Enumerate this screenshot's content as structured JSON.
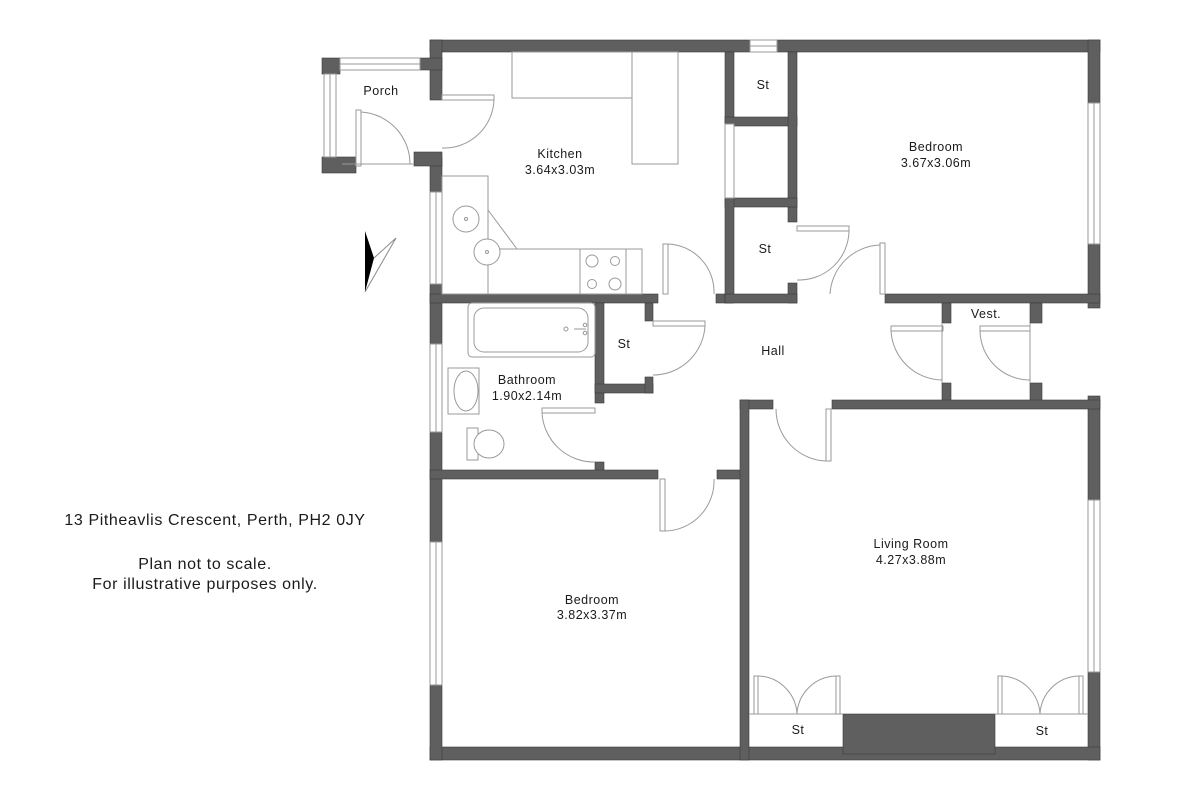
{
  "caption": {
    "address": "13 Pitheavlis Crescent, Perth, PH2 0JY",
    "note_line1": "Plan not to scale.",
    "note_line2": "For illustrative purposes only."
  },
  "colors": {
    "wall": "#5f5f5f",
    "line": "#9a9a9a",
    "background": "#ffffff"
  },
  "compass": {
    "icon": "north-arrow-icon"
  },
  "rooms": {
    "porch": {
      "name": "Porch"
    },
    "kitchen": {
      "name": "Kitchen",
      "size": "3.64x3.03m"
    },
    "bedroom1": {
      "name": "Bedroom",
      "size": "3.67x3.06m"
    },
    "bathroom": {
      "name": "Bathroom",
      "size": "1.90x2.14m"
    },
    "hall": {
      "name": "Hall"
    },
    "vest": {
      "name": "Vest."
    },
    "bedroom2": {
      "name": "Bedroom",
      "size": "3.82x3.37m"
    },
    "living": {
      "name": "Living Room",
      "size": "4.27x3.88m"
    },
    "store1": {
      "name": "St"
    },
    "store2": {
      "name": "St"
    },
    "store3": {
      "name": "St"
    },
    "store4": {
      "name": "St"
    },
    "store5": {
      "name": "St"
    }
  }
}
